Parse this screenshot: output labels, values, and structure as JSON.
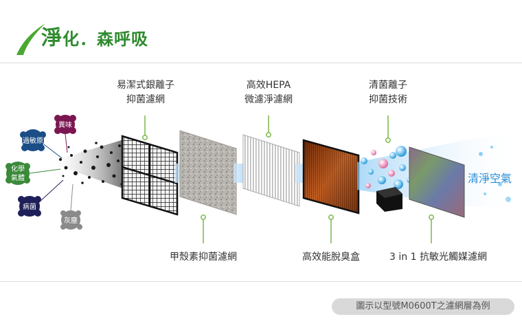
{
  "header": {
    "title_first": "淨",
    "title_rest": "化．森呼吸"
  },
  "pollutants": {
    "odor": "異味",
    "allergen": "過敏原",
    "chemical_line1": "化學",
    "chemical_line2": "氣體",
    "germs": "病菌",
    "dust": "灰塵"
  },
  "filters": {
    "silver_ion_line1": "易潔式銀離子",
    "silver_ion_line2": "抑菌濾網",
    "chitosan": "甲殼素抑菌濾網",
    "hepa_line1": "高效HEPA",
    "hepa_line2": "微濾淨濾網",
    "deodor": "高效能脫臭盒",
    "ion_line1": "清菌離子",
    "ion_line2": "抑菌技術",
    "photocat": "3 in 1 抗敏光觸媒濾網"
  },
  "output_label": "清淨空氣",
  "caption": "圖示以型號M0600T之濾網層為例",
  "colors": {
    "brand_green": "#2e8b2e",
    "leader_green": "#7ab648",
    "clean_air_blue": "#2a8ed8",
    "deodor_orange": "#b8541a"
  }
}
